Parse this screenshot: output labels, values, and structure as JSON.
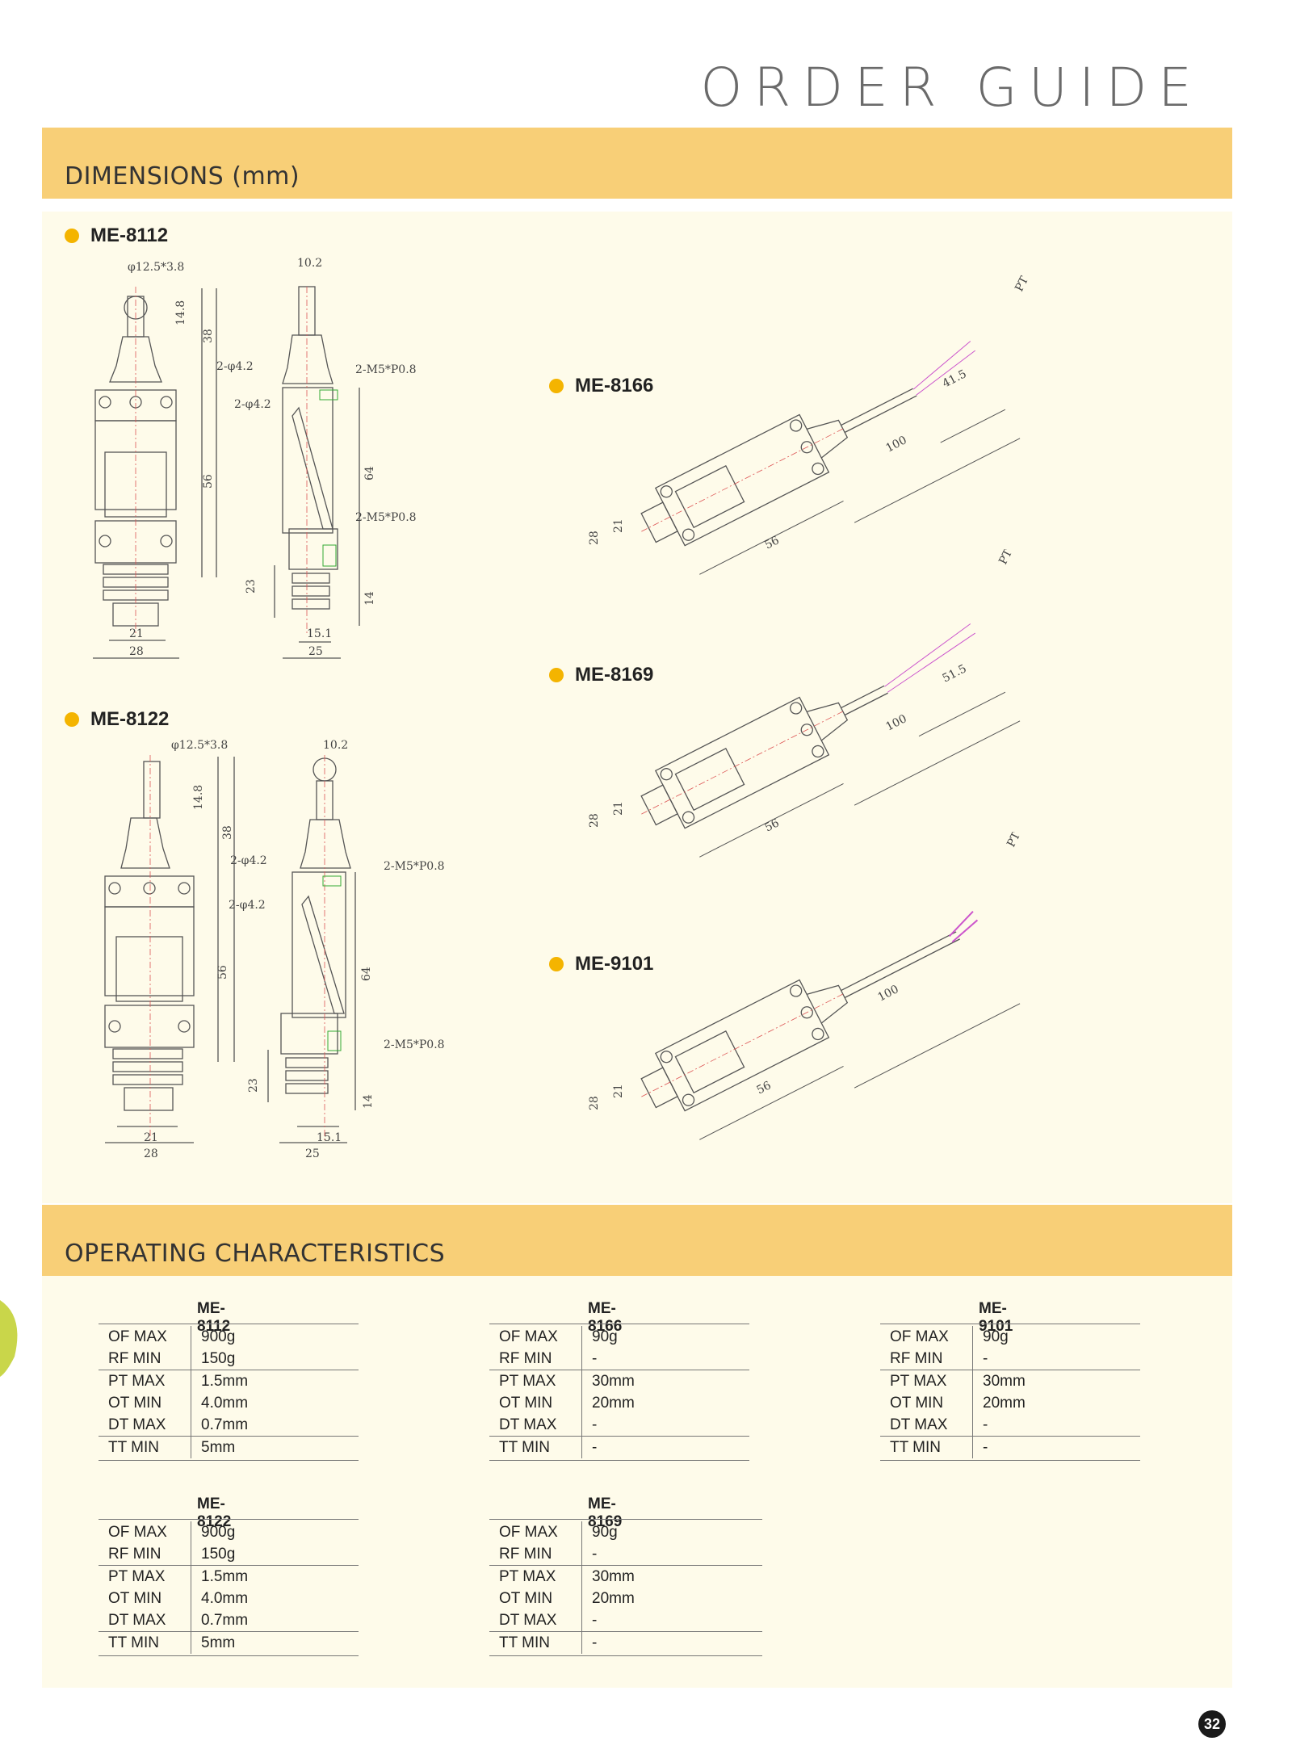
{
  "page_title": "ORDER GUIDE",
  "sections": {
    "dimensions": "DIMENSIONS (mm)",
    "operating": "OPERATING CHARACTERISTICS"
  },
  "models": {
    "m8112": "ME-8112",
    "m8122": "ME-8122",
    "m8166": "ME-8166",
    "m8169": "ME-8169",
    "m9101": "ME-9101"
  },
  "drawing_labels": {
    "roller": "φ12.5*3.8",
    "w10_2": "10.2",
    "d14_8": "14.8",
    "d38": "38",
    "hole": "2-φ4.2",
    "screw": "2-M5*P0.8",
    "d56": "56",
    "d64": "64",
    "d23": "23",
    "d14": "14",
    "d21": "21",
    "d28": "28",
    "d15_1": "15.1",
    "d25": "25",
    "d41_5": "41.5",
    "d51_5": "51.5",
    "d100": "100",
    "pt": "PT"
  },
  "specs": [
    {
      "model": "ME-8112",
      "rows": [
        [
          "OF MAX",
          "900g"
        ],
        [
          "RF MIN",
          "150g"
        ],
        [
          "PT MAX",
          "1.5mm"
        ],
        [
          "OT MIN",
          "4.0mm"
        ],
        [
          "DT MAX",
          "0.7mm"
        ],
        [
          "TT MIN",
          "5mm"
        ]
      ]
    },
    {
      "model": "ME-8166",
      "rows": [
        [
          "OF MAX",
          "90g"
        ],
        [
          "RF MIN",
          "-"
        ],
        [
          "PT MAX",
          "30mm"
        ],
        [
          "OT MIN",
          "20mm"
        ],
        [
          "DT MAX",
          "-"
        ],
        [
          "TT MIN",
          "-"
        ]
      ]
    },
    {
      "model": "ME-9101",
      "rows": [
        [
          "OF MAX",
          "90g"
        ],
        [
          "RF MIN",
          "-"
        ],
        [
          "PT MAX",
          "30mm"
        ],
        [
          "OT MIN",
          "20mm"
        ],
        [
          "DT MAX",
          "-"
        ],
        [
          "TT MIN",
          "-"
        ]
      ]
    },
    {
      "model": "ME-8122",
      "rows": [
        [
          "OF MAX",
          "900g"
        ],
        [
          "RF MIN",
          "150g"
        ],
        [
          "PT MAX",
          "1.5mm"
        ],
        [
          "OT MIN",
          "4.0mm"
        ],
        [
          "DT MAX",
          "0.7mm"
        ],
        [
          "TT MIN",
          "5mm"
        ]
      ]
    },
    {
      "model": "ME-8169",
      "rows": [
        [
          "OF MAX",
          "90g"
        ],
        [
          "RF MIN",
          "-"
        ],
        [
          "PT MAX",
          "30mm"
        ],
        [
          "OT MIN",
          "20mm"
        ],
        [
          "DT MAX",
          "-"
        ],
        [
          "TT MIN",
          "-"
        ]
      ]
    }
  ],
  "page_number": "32"
}
